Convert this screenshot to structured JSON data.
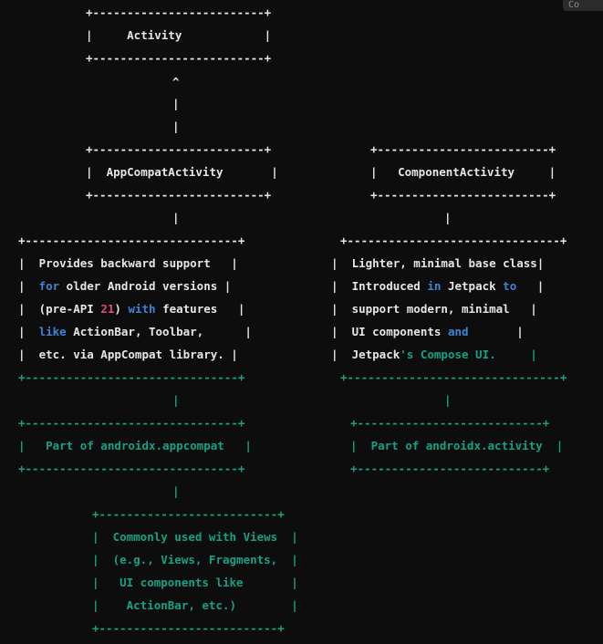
{
  "corner_tab_text": "Co",
  "colors": {
    "background": "#0d0d0d",
    "text": "#e6e6e6",
    "string_green": "#16a085",
    "keyword_blue": "#3d84d6",
    "number_pink": "#e0457b"
  },
  "diagram": {
    "activity_box": {
      "border_top": "+-------------------------+",
      "label_line": "|     Activity            |",
      "border_bottom": "+-------------------------+"
    },
    "inherit_arrow": {
      "head": "^",
      "stem1": "|",
      "stem2": "|"
    },
    "appcompat_box": {
      "border_top": "+-------------------------+",
      "label_line": "|  AppCompatActivity       |",
      "border_bottom": "+-------------------------+"
    },
    "component_box": {
      "border_top": "+-------------------------+",
      "label_line": "|   ComponentActivity     |",
      "border_bottom": "+-------------------------+"
    },
    "appcompat_connector_1": "|",
    "component_connector_1": "|",
    "appcompat_desc": {
      "border_top": "+-------------------------------+",
      "line1": {
        "open": "|  ",
        "text": "Provides backward support",
        "close": "   |"
      },
      "line2": {
        "open": "|  ",
        "kw": "for",
        "text": " older Android versions",
        "close": " |"
      },
      "line3": {
        "open": "|  ",
        "pre": "(pre-API ",
        "num": "21",
        "mid": ") ",
        "kw": "with",
        "post": " features",
        "close": "   |"
      },
      "line4": {
        "open": "|  ",
        "kw": "like",
        "text": " ActionBar, Toolbar,",
        "close": "      |"
      },
      "line5": {
        "open": "|  ",
        "text": "etc. via AppCompat library.",
        "close": " |"
      },
      "border_bottom": "+-------------------------------+"
    },
    "component_desc": {
      "border_top": "+-------------------------------+",
      "line1": {
        "open": "|  ",
        "text": "Lighter, minimal base class",
        "close": "|"
      },
      "line2": {
        "open": "|  ",
        "pre": "Introduced ",
        "kw": "in",
        "mid": " Jetpack ",
        "kw2": "to",
        "close": "   |"
      },
      "line3": {
        "open": "|  ",
        "text": "support modern, minimal",
        "close": "   |"
      },
      "line4": {
        "open": "|  ",
        "pre": "UI components ",
        "kw": "and",
        "close": "       |"
      },
      "line5": {
        "open": "|  ",
        "pre": "Jetpack",
        "str": "'s Compose UI.",
        "close": "     |"
      },
      "border_bottom": "+-------------------------------+"
    },
    "appcompat_connector_2": "|",
    "component_connector_2": "|",
    "appcompat_pkg": {
      "border_top": "+-------------------------------+",
      "line": "|   Part of androidx.appcompat   |",
      "border_bottom": "+-------------------------------+"
    },
    "component_pkg": {
      "border_top": "+---------------------------+",
      "line": "|  Part of androidx.activity  |",
      "border_bottom": "+---------------------------+"
    },
    "appcompat_connector_3": "|",
    "views_box": {
      "border_top": "+--------------------------+",
      "line1": "|  Commonly used with Views  |",
      "line2": "|  (e.g., Views, Fragments,  |",
      "line3": "|   UI components like       |",
      "line4": "|    ActionBar, etc.)        |",
      "border_bottom": "+--------------------------+"
    }
  }
}
